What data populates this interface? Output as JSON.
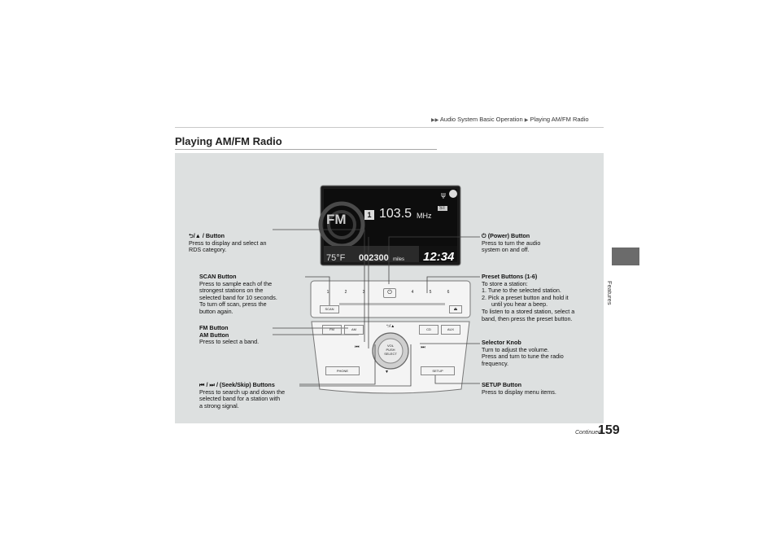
{
  "header": {
    "breadcrumb_1": "Audio System Basic Operation",
    "breadcrumb_2": "Playing AM/FM Radio"
  },
  "section_title": "Playing AM/FM Radio",
  "side_tab_label": "Features",
  "page_number": "159",
  "continued_label": "Continued",
  "display": {
    "band": "FM",
    "preset": "1",
    "frequency": "103.5",
    "frequency_unit": "MHz",
    "stereo": "ST",
    "temperature": "75°F",
    "odometer": "002300",
    "odometer_unit": "miles",
    "clock": "12:34"
  },
  "panel": {
    "presets": [
      "1",
      "2",
      "3",
      "4",
      "5",
      "6"
    ],
    "scan": "SCAN",
    "fm": "FM",
    "am": "AM",
    "cd": "CD",
    "aux": "AUX",
    "knob_line1": "VOL",
    "knob_line2": "PUSH",
    "knob_line3": "SELECT",
    "phone": "PHONE",
    "setup": "SETUP"
  },
  "callouts": {
    "category": {
      "title": "/ Button",
      "line1": "Press to display and select an",
      "line2": "RDS category."
    },
    "scan": {
      "title": "SCAN Button",
      "line1": "Press to sample each of the",
      "line2": "strongest stations on the",
      "line3": "selected band for 10 seconds.",
      "line4": "To turn off scan, press the",
      "line5": "button again."
    },
    "fm_am": {
      "title1": "FM Button",
      "title2": "AM Button",
      "line1": "Press to select a band."
    },
    "seek": {
      "title": "/ (Seek/Skip) Buttons",
      "line1": "Press to search up and down the",
      "line2": "selected band for a station with",
      "line3": "a strong signal."
    },
    "power": {
      "title": "(Power) Button",
      "line1": "Press to turn the audio",
      "line2": "system on and off."
    },
    "presets": {
      "title": "Preset Buttons (1-6)",
      "line1": "To store a station:",
      "step1": "1.  Tune to the selected station.",
      "step2a": "2.  Pick a preset button and hold it",
      "step2b": "until you hear a beep.",
      "line2": "To listen to a stored station, select a",
      "line3": "band, then press the preset button."
    },
    "knob": {
      "title": "Selector Knob",
      "line1": "Turn to adjust the volume.",
      "line2": "Press and turn to tune the radio",
      "line3": "frequency."
    },
    "setup": {
      "title": "SETUP Button",
      "line1": "Press to display menu items."
    }
  }
}
